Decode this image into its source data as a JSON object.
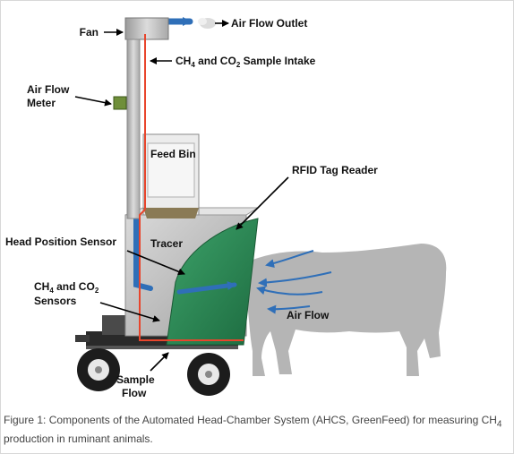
{
  "labels": {
    "fan": "Fan",
    "air_flow_outlet": "Air Flow Outlet",
    "sample_intake": {
      "prefix": "CH",
      "sub1": "4",
      "mid": " and CO",
      "sub2": "2",
      "suffix": " Sample Intake"
    },
    "air_flow_meter_line1": "Air Flow",
    "air_flow_meter_line2": "Meter",
    "feed_bin": "Feed Bin",
    "rfid_tag_reader": "RFID Tag Reader",
    "head_position_sensor": "Head Position Sensor",
    "tracer": "Tracer",
    "sensors": {
      "prefix": "CH",
      "sub1": "4",
      "mid": " and CO",
      "sub2": "2",
      "line2": "Sensors"
    },
    "air_flow": "Air Flow",
    "sample_flow_line1": "Sample",
    "sample_flow_line2": "Flow"
  },
  "caption": {
    "text": "Figure 1: Components of the Automated Head-Chamber System (AHCS, GreenFeed) for measuring CH",
    "sub": "4",
    "line2": "production in ruminant animals."
  },
  "colors": {
    "duct_blue": "#2f6fb8",
    "sample_red": "#e8452c",
    "hood_green": "#2e8a55",
    "cow_gray": "#b5b5b5",
    "steel": "#c9c9c9"
  }
}
